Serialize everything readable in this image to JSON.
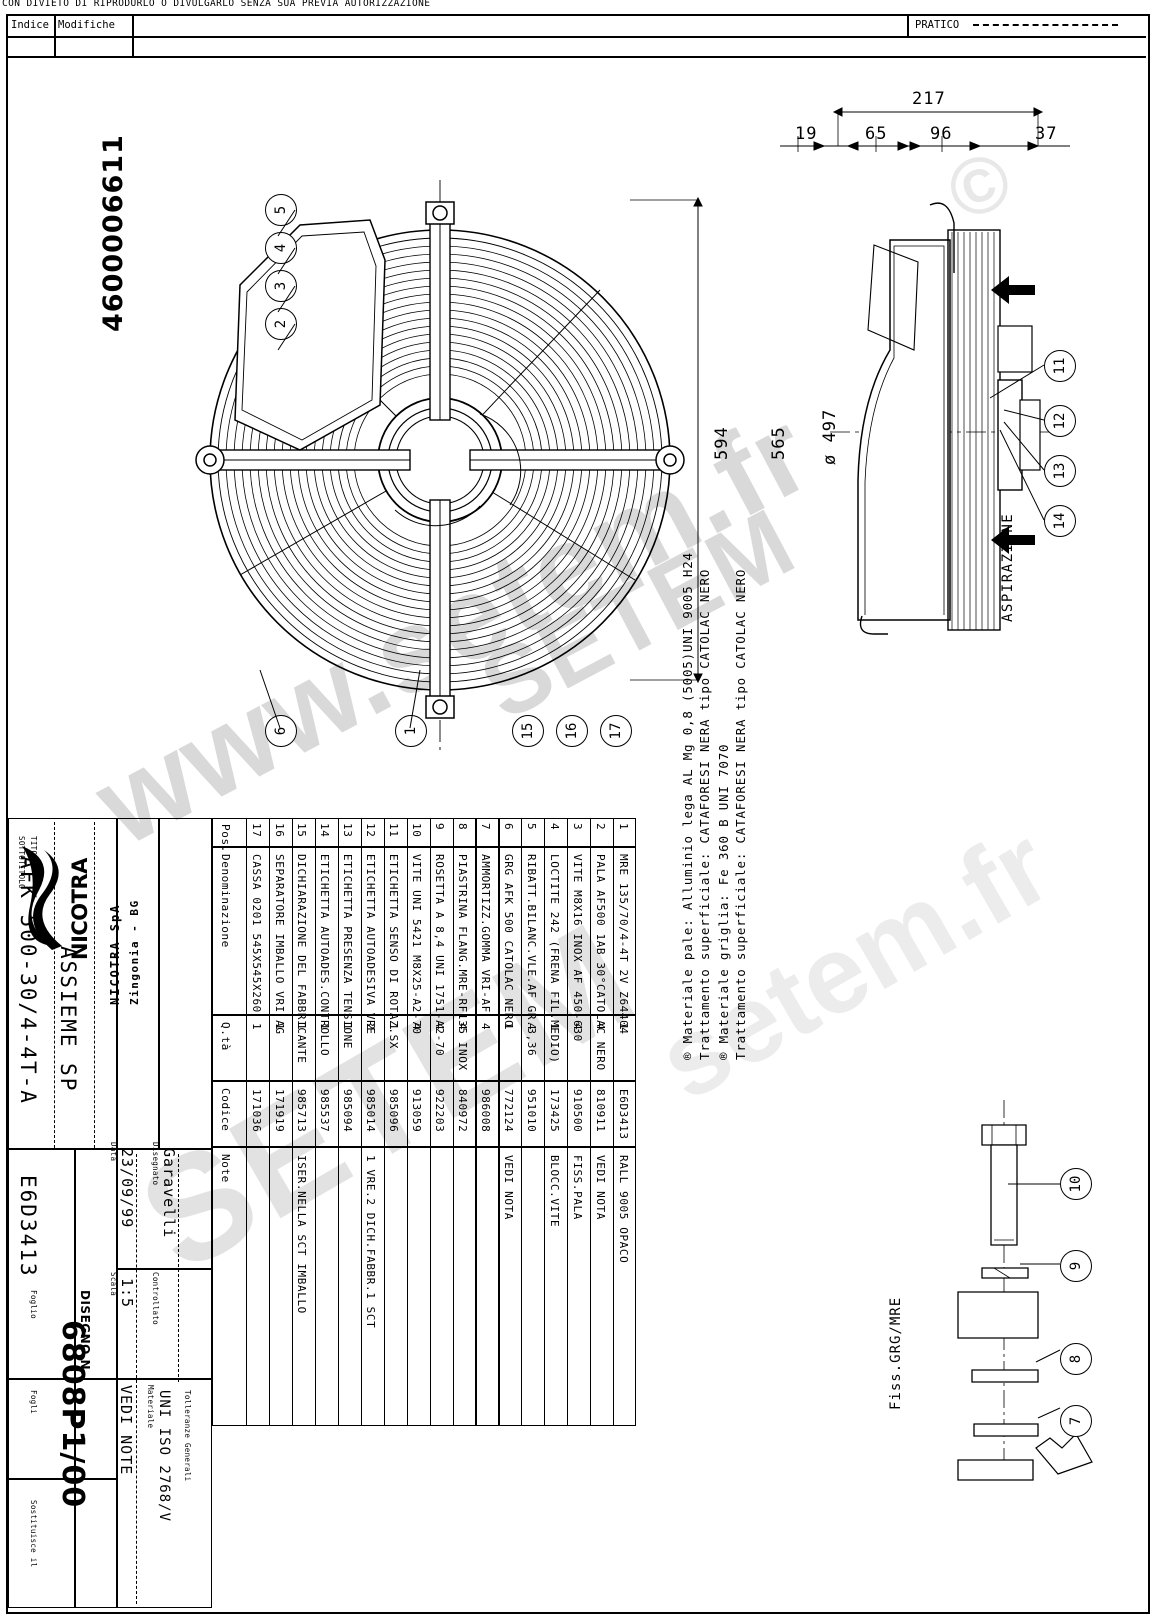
{
  "header": {
    "top_notice": "CON DIVIETO DI RIPRODURLO O DIVULGARLO SENZA SUA PREVIA AUTORIZZAZIONE",
    "col_indice": "Indice",
    "col_modifiche": "Modifiche",
    "pratico": "PRATICO"
  },
  "doc": {
    "big_code": "4600006611"
  },
  "watermarks": {
    "w1": "www.setem.fr",
    "w2": "SETEM",
    "w3": "SETEM",
    "w4": "setem.fr",
    "w5": "©"
  },
  "drawing": {
    "dims": {
      "d217": "217",
      "d19": "19",
      "d65": "65",
      "d96": "96",
      "d37": "37",
      "d594": "594",
      "d565": "565",
      "d497": "ø 497"
    },
    "airflow_label": "ASPIRAZIONE",
    "detail_label": "Fiss.GRG/MRE",
    "balloons_left": [
      "5",
      "4",
      "3",
      "2"
    ],
    "balloons_bottom": [
      "6",
      "1",
      "15",
      "16",
      "17"
    ],
    "balloons_right": [
      "11",
      "12",
      "13",
      "14"
    ],
    "balloons_detail": [
      "10",
      "9",
      "8",
      "7"
    ]
  },
  "notes": [
    "® Materiale pale: Alluminio lega AL Mg 0,8 (5005)UNI 9005 H24",
    "  Trattamento superficiale: CATAFORESI NERA tipo CATOLAC NERO",
    "® Materiale griglia: Fe 360 B UNI 7070",
    "  Trattamento superficiale: CATAFORESI NERA tipo CATOLAC NERO"
  ],
  "parts_table": {
    "headers": {
      "pos": "Pos.",
      "denominazione": "Denominazione",
      "qta": "Q.tà",
      "codice": "Codice",
      "note": "Note"
    },
    "rows": [
      {
        "pos": "1",
        "den": "MRE 135/70/4-4T 2V Z64404",
        "qta": "1",
        "cod": "E6D3413",
        "note": "RALL 9005 OPACO"
      },
      {
        "pos": "2",
        "den": "PALA AF500 1AB 30°CATOLAC NERO",
        "qta": "4",
        "cod": "810911",
        "note": "VEDI NOTA"
      },
      {
        "pos": "3",
        "den": "VITE M8X16 INOX AF 450-630",
        "qta": "4",
        "cod": "910500",
        "note": "FISS.PALA"
      },
      {
        "pos": "4",
        "den": "LOCTITE 242 (FRENA FIL.MEDIO)",
        "qta": "1",
        "cod": "173425",
        "note": "BLOCC.VITE"
      },
      {
        "pos": "5",
        "den": "RIBATT.BILANC.VLE.AF GR.3,36",
        "qta": "4",
        "cod": "951010",
        "note": ""
      },
      {
        "pos": "6",
        "den": "GRG AFK 500 CATOLAC NERO",
        "qta": "1",
        "cod": "772124",
        "note": "VEDI NOTA"
      },
      {
        "pos": "7",
        "den": "AMMORTIZZ.GOMMA VRI-AF",
        "qta": "4",
        "cod": "986008",
        "note": ""
      },
      {
        "pos": "8",
        "den": "PIASTRINA FLANG.MRE-RF135 INOX",
        "qta": "4",
        "cod": "840972",
        "note": ""
      },
      {
        "pos": "9",
        "den": "ROSETTA A 8,4 UNI 1751-A2-70",
        "qta": "4",
        "cod": "922203",
        "note": ""
      },
      {
        "pos": "10",
        "den": "VITE UNI 5421 M8X25-A2-70",
        "qta": "4",
        "cod": "913059",
        "note": ""
      },
      {
        "pos": "11",
        "den": "ETICHETTA SENSO DI ROTAZ.SX",
        "qta": "1",
        "cod": "985096",
        "note": ""
      },
      {
        "pos": "12",
        "den": "ETICHETTA AUTOADESIVA VRE",
        "qta": "2",
        "cod": "985014",
        "note": "1 VRE.2 DICH.FABBR.1 SCT"
      },
      {
        "pos": "13",
        "den": "ETICHETTA PRESENZA TENSIONE",
        "qta": "1",
        "cod": "985094",
        "note": ""
      },
      {
        "pos": "14",
        "den": "ETICHETTA AUTOADES.CONTROLLO",
        "qta": "1",
        "cod": "985537",
        "note": ""
      },
      {
        "pos": "15",
        "den": "DICHIARAZIONE DEL FABBRICANTE",
        "qta": "1",
        "cod": "985713",
        "note": "ISER.NELLA SCT IMBALLO"
      },
      {
        "pos": "16",
        "den": "SEPARATORE IMBALLO VRI AG",
        "qta": "1",
        "cod": "171919",
        "note": ""
      },
      {
        "pos": "17",
        "den": "CASSA 0201 545X545X260",
        "qta": "1",
        "cod": "171036",
        "note": ""
      }
    ]
  },
  "title_block": {
    "company_logo": "NICOTRA",
    "company_name": "NICOTRA SpA",
    "company_city": "Zingonia - BG",
    "titolo_label": "TITOLO",
    "titolo": "AFK 500-30/4-4T-A",
    "sottotitolo_label": "SOTTOTITOLO",
    "sottotitolo": "ASSIEME SP",
    "codice_value": "E6D3413",
    "disegnato_label": "Disegnato",
    "disegnato": "Garavelli",
    "controllato_label": "Controllato",
    "controllato": "",
    "data_label": "Data",
    "data": "23/09/99",
    "scala_label": "Scala",
    "scala": "1:5",
    "materiale_label": "Materiale",
    "materiale": "VEDI NOTE",
    "tolleranze_label": "Tolleranze Generali",
    "tolleranze": "UNI ISO 2768/V",
    "disegno_label": "DISEGNO N.",
    "disegno_num": "6808P1/00",
    "foglio_label": "Foglio",
    "fogli_label": "Fogli",
    "sostituisce_label": "Sostituisce il"
  }
}
